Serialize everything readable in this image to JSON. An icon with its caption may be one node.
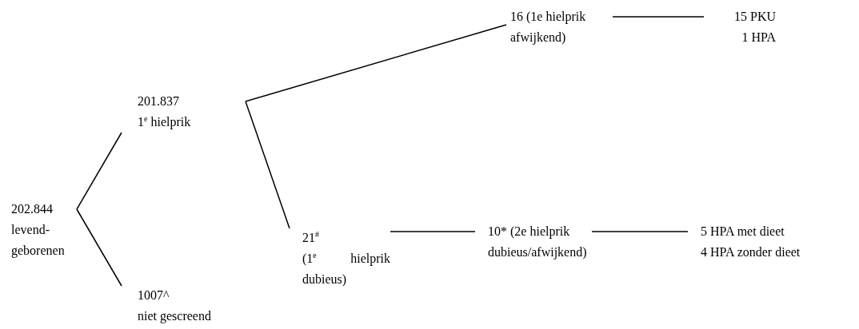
{
  "diagram": {
    "nodes": [
      {
        "text": [
          "202.844",
          "levend- geborenen"
        ]
      },
      {
        "text": [
          "201.837",
          "1$^{e}$ hielprik"
        ]
      },
      {
        "text": [
          "1007^",
          "niet gescreend"
        ]
      },
      {
        "text": [
          "16 (1e hielprik afwijkend)"
        ]
      },
      {
        "text": [
          "21$^{#}$",
          "(1$^{e}$ hielprik dubieus)"
        ]
      },
      {
        "text": [
          "15 PKU",
          "1 HPA"
        ]
      },
      {
        "text": [
          "10* (2e hielprik dubieus/afwijkend)"
        ]
      },
      {
        "text": [
          "5 HPA met dieet",
          "4 HPA zonder dieet"
        ]
      }
    ],
    "edges": [
      {
        "from": 0,
        "to": 1,
        "arrow": "none"
      },
      {
        "from": 0,
        "to": 2,
        "arrow": "none"
      },
      {
        "from": 1,
        "to": 3,
        "arrow": "none"
      },
      {
        "from": 1,
        "to": 4,
        "arrow": "none"
      },
      {
        "from": 3,
        "to": 5,
        "arrow": "none"
      },
      {
        "from": 4,
        "to": 6,
        "arrow": "none"
      },
      {
        "from": 6,
        "to": 7,
        "arrow": "none"
      }
    ]
  }
}
